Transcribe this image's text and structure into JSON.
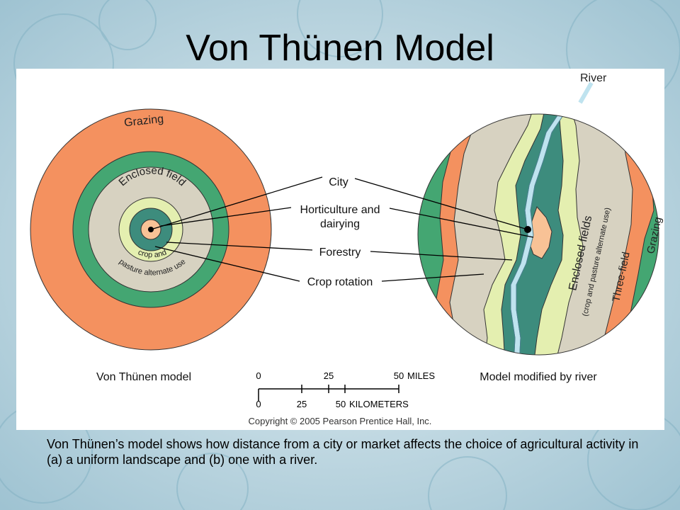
{
  "slide": {
    "title": "Von Thünen Model",
    "caption": "Von Thünen’s model shows how distance from a city or market affects the choice of agricultural activity in (a) a uniform landscape and (b) one with a river."
  },
  "left_model": {
    "label": "Von Thünen model",
    "zones": {
      "grazing": "Grazing",
      "enclosed": "Enclosed field",
      "crop_pasture_line1": "crop and",
      "crop_pasture_line2": "pasture alternate use"
    }
  },
  "right_model": {
    "label": "Model modified by river",
    "river": "River",
    "enclosed": "Enclosed fields",
    "enclosed_sub": "(crop and pasture alternate use)",
    "three_field": "Three-field",
    "grazing": "Grazing"
  },
  "callouts": {
    "city": "City",
    "horticulture_line1": "Horticulture and",
    "horticulture_line2": "dairying",
    "forestry": "Forestry",
    "crop_rotation": "Crop rotation"
  },
  "scale": {
    "miles_ticks": [
      "0",
      "25",
      "50"
    ],
    "miles_unit": "MILES",
    "km_ticks": [
      "0",
      "25",
      "50"
    ],
    "km_unit": "KILOMETERS"
  },
  "copyright": "Copyright © 2005 Pearson Prentice Hall, Inc.",
  "colors": {
    "grazing": "#f4915f",
    "three_field": "#44a672",
    "enclosed": "#d7d2c1",
    "crop_rotation": "#e4efb0",
    "forestry": "#3d8c7d",
    "horticulture": "#f8c296",
    "river": "#bfe3ef"
  }
}
